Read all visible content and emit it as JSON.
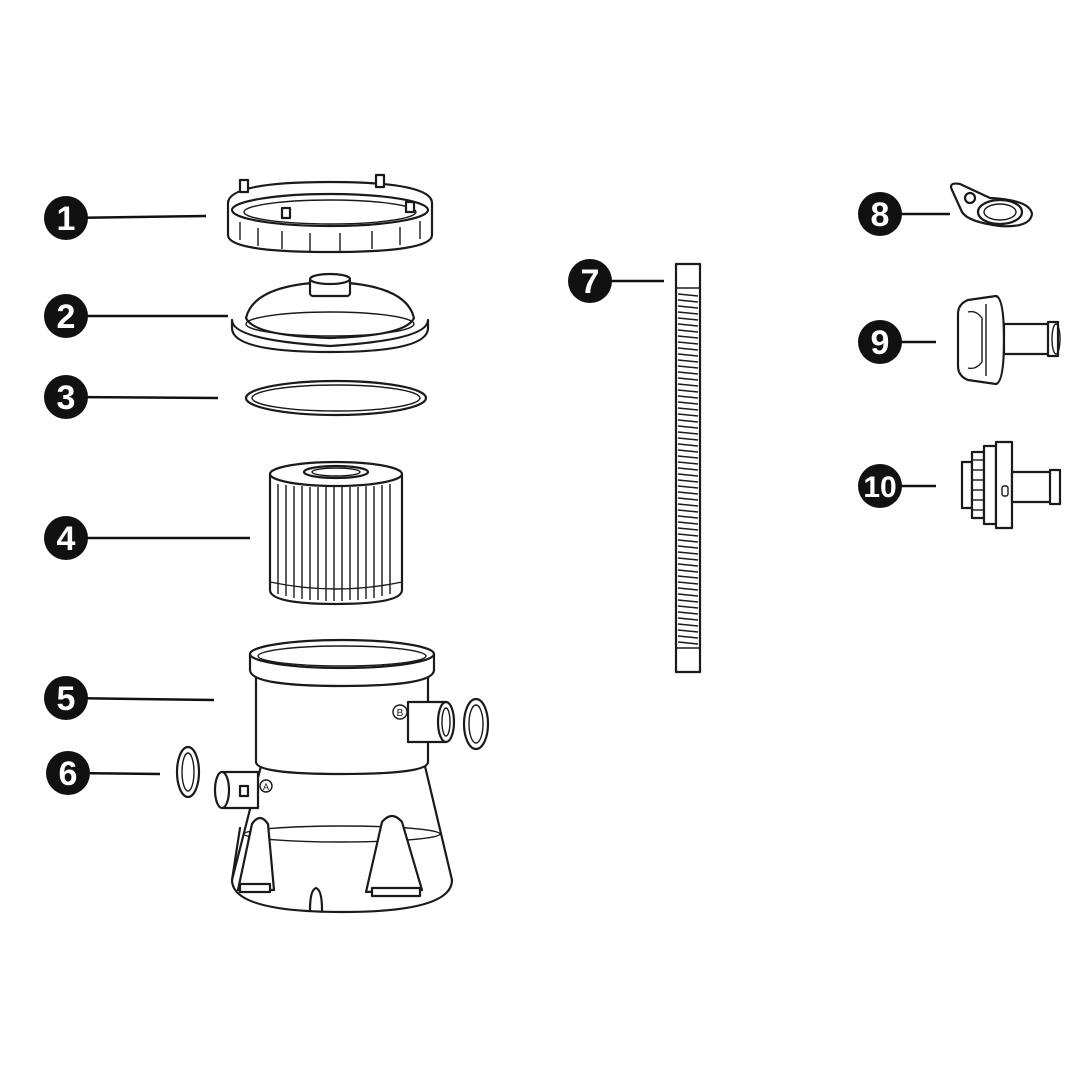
{
  "callouts": [
    {
      "label": "1"
    },
    {
      "label": "2"
    },
    {
      "label": "3"
    },
    {
      "label": "4"
    },
    {
      "label": "5"
    },
    {
      "label": "6"
    },
    {
      "label": "7"
    },
    {
      "label": "8"
    },
    {
      "label": "9"
    },
    {
      "label": "10"
    }
  ],
  "part_markings": {
    "inlet_a": "A",
    "outlet_b": "B"
  },
  "colors": {
    "line": "#1a1a1a",
    "callout_fill": "#111111",
    "background": "#ffffff"
  }
}
